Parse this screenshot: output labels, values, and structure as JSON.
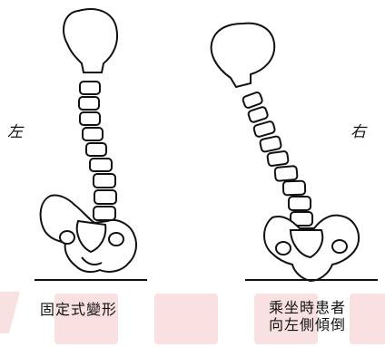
{
  "figure": {
    "left_panel": {
      "side_label": "左",
      "caption": "固定式變形"
    },
    "right_panel": {
      "side_label": "右",
      "caption_lines": [
        "乘坐時患者",
        "向左側傾倒"
      ]
    }
  }
}
